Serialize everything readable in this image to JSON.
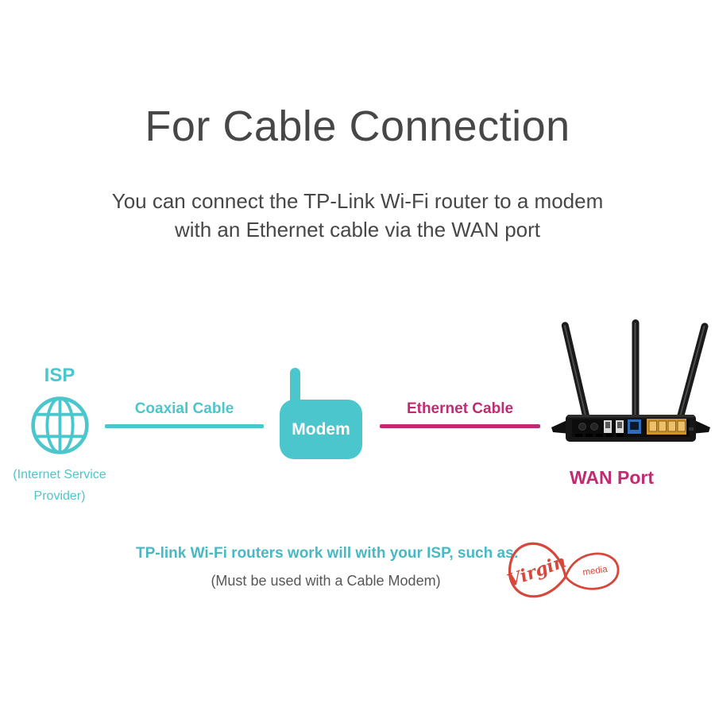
{
  "header": {
    "title": "For Cable Connection",
    "subtitle_line1": "You can connect the TP-Link Wi-Fi router to a modem",
    "subtitle_line2": "with an Ethernet cable via the WAN port"
  },
  "diagram": {
    "isp": {
      "label": "ISP",
      "sublabel_line1": "(Internet Service",
      "sublabel_line2": "Provider)"
    },
    "coaxial_cable_label": "Coaxial Cable",
    "modem_label": "Modem",
    "ethernet_cable_label": "Ethernet Cable",
    "wan_port_label": "WAN Port"
  },
  "footer": {
    "isp_note": "TP-link Wi-Fi routers work will with your ISP, such as:",
    "modem_note": "(Must be used with a Cable Modem)",
    "virgin_logo": {
      "word1": "Virgin",
      "word2": "media"
    }
  },
  "colors": {
    "teal": "#4cc6cd",
    "magenta": "#c02b73",
    "heading_gray": "#474747",
    "note_gray": "#575757",
    "virgin_red": "#d4493c",
    "router_body_black": "#161616",
    "wan_port_blue": "#2f6db8",
    "lan_ports_orange": "#cf9330"
  }
}
